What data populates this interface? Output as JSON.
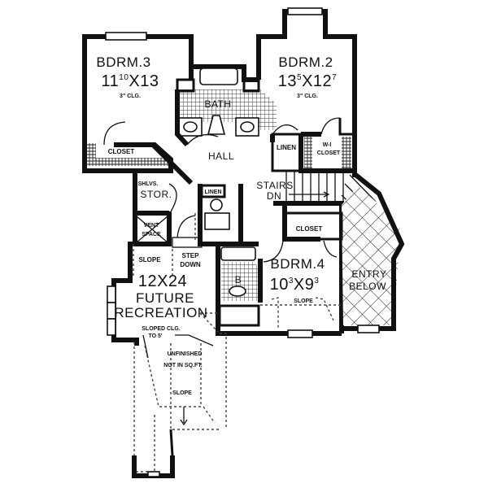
{
  "floor_plan": {
    "colors": {
      "line": "#111111",
      "background": "#ffffff"
    },
    "rooms": {
      "bdrm3": {
        "name": "BDRM.3",
        "dim_w": "11",
        "dim_w_sup": "10",
        "dim_x": "X",
        "dim_l": "13",
        "ceiling": "3\" CLG."
      },
      "bdrm2": {
        "name": "BDRM.2",
        "dim_w": "13",
        "dim_w_sup": "5",
        "dim_x": "X",
        "dim_l": "12",
        "dim_l_sup": "7",
        "ceiling": "3\" CLG."
      },
      "bath": {
        "name": "BATH"
      },
      "hall": {
        "name": "HALL"
      },
      "linen_upper": {
        "name": "LINEN"
      },
      "wi_closet": {
        "name_line1": "W-I",
        "name_line2": "CLOSET"
      },
      "closet_bdrm3": {
        "name": "CLOSET"
      },
      "stairs": {
        "name": "STAIRS",
        "direction": "DN"
      },
      "shelves_storage": {
        "name_line1": "SHLVS.",
        "name_line2": "STOR."
      },
      "linen_lower": {
        "name": "LINEN"
      },
      "vent_space": {
        "name_line1": "VENT",
        "name_line2": "SPACE"
      },
      "closet_bdrm4": {
        "name": "CLOSET"
      },
      "step_down": {
        "name_line1": "STEP",
        "name_line2": "DOWN"
      },
      "slope_left": {
        "name": "SLOPE"
      },
      "future_recreation": {
        "dims": "12X24",
        "name_line1": "FUTURE",
        "name_line2": "RECREATION",
        "note_line1": "SLOPED CLG.",
        "note_line2": "TO 5'"
      },
      "bdrm4": {
        "name": "BDRM.4",
        "dim_w": "10",
        "dim_w_sup": "3",
        "dim_x": "X",
        "dim_l": "9",
        "dim_l_sup": "3",
        "slope": "SLOPE"
      },
      "bath_b": {
        "name": "B"
      },
      "entry": {
        "name_line1": "ENTRY",
        "name_line2": "BELOW"
      },
      "unfinished": {
        "name_line1": "UNFINISHED",
        "name_line2": "NOT IN SQ.FT.",
        "slope": "SLOPE"
      }
    }
  }
}
